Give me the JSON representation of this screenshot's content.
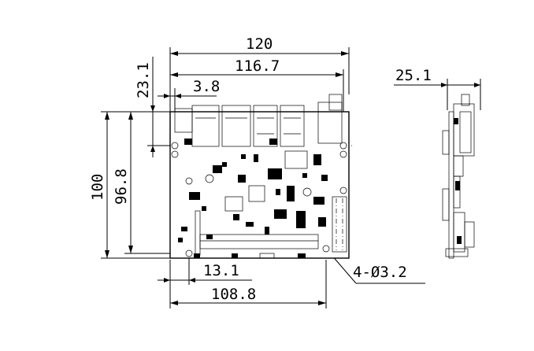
{
  "dimensions": {
    "overall_width": "120",
    "hole_span_width": "116.7",
    "top_offset": "23.1",
    "left_offset": "3.8",
    "overall_height": "100",
    "hole_span_height": "96.8",
    "bottom_hole_offset": "13.1",
    "bottom_hole_span": "108.8",
    "mounting_holes": "4-Ø3.2",
    "side_thickness": "25.1"
  }
}
